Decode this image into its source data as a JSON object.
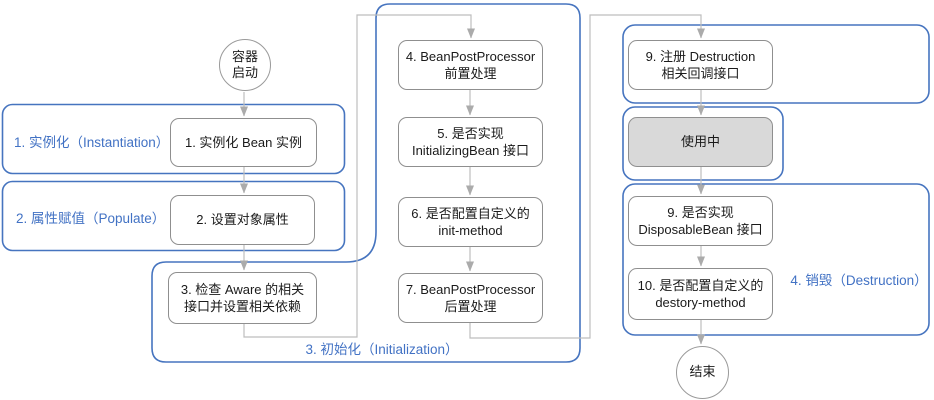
{
  "diagram": {
    "nodes": {
      "start": "容器\n启动",
      "box1": "1. 实例化 Bean 实例",
      "box2": "2. 设置对象属性",
      "box3": "3. 检查 Aware 的相关\n接口并设置相关依赖",
      "box4": "4. BeanPostProcessor\n前置处理",
      "box5": "5. 是否实现\nInitializingBean 接口",
      "box6": "6. 是否配置自定义的\ninit-method",
      "box7": "7. BeanPostProcessor\n后置处理",
      "register_destruction": "9. 注册 Destruction\n相关回调接口",
      "in_use": "使用中",
      "box9": "9. 是否实现\nDisposableBean 接口",
      "box10": "10. 是否配置自定义的\ndestory-method",
      "end": "结束"
    },
    "stages": {
      "instantiation": "1. 实例化（Instantiation）",
      "populate": "2. 属性赋值（Populate）",
      "initialization": "3. 初始化（Initialization）",
      "destruction": "4. 销毁（Destruction）"
    },
    "colors": {
      "accent_blue": "#4472c4",
      "box_border": "#8f8f8f",
      "arrow_gray": "#bdbdbd",
      "arrowhead_gray": "#ababab",
      "gray_fill": "#d9d9d9"
    }
  }
}
